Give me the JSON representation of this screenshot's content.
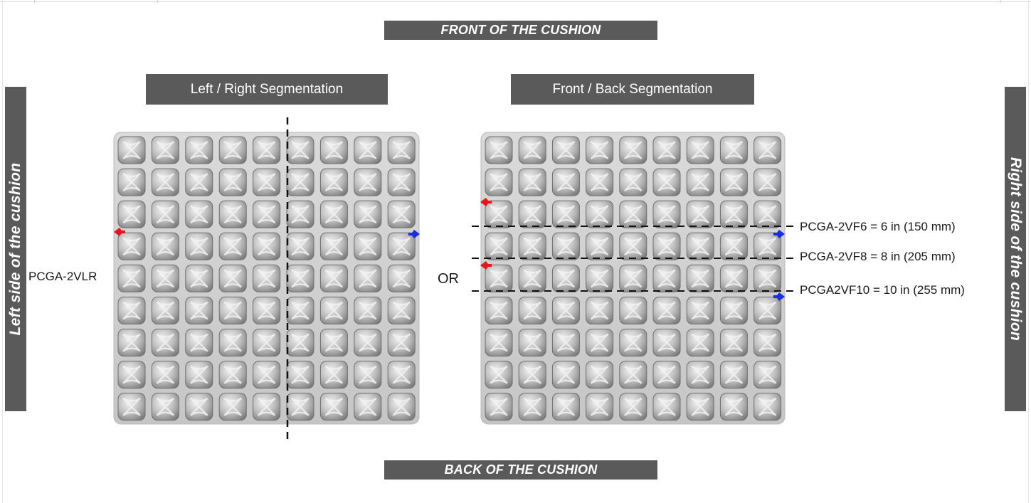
{
  "banners": {
    "front": "FRONT OF THE CUSHION",
    "back": "BACK OF THE CUSHION"
  },
  "sides": {
    "left": "Left side of the cushion",
    "right": "Right side of the cushion"
  },
  "panels": {
    "left_title": "Left / Right Segmentation",
    "right_title": "Front / Back Segmentation"
  },
  "labels": {
    "left_model": "PCGA-2VLR",
    "or": "OR",
    "options": [
      "PCGA-2VF6 = 6 in (150 mm)",
      "PCGA-2VF8 = 8 in (205 mm)",
      "PCGA2VF10 = 10 in (255 mm)"
    ]
  },
  "colors": {
    "banner": "#5a5a5a",
    "cushion_base": "#cfcfcf",
    "valve_red": "#e8141c",
    "valve_blue": "#1a2ee0",
    "cell_dark": "#8c8c8c",
    "cell_light": "#eeeeee"
  },
  "icons": {
    "red_valve": "inflation-valve-red",
    "blue_valve": "inflation-valve-blue"
  }
}
